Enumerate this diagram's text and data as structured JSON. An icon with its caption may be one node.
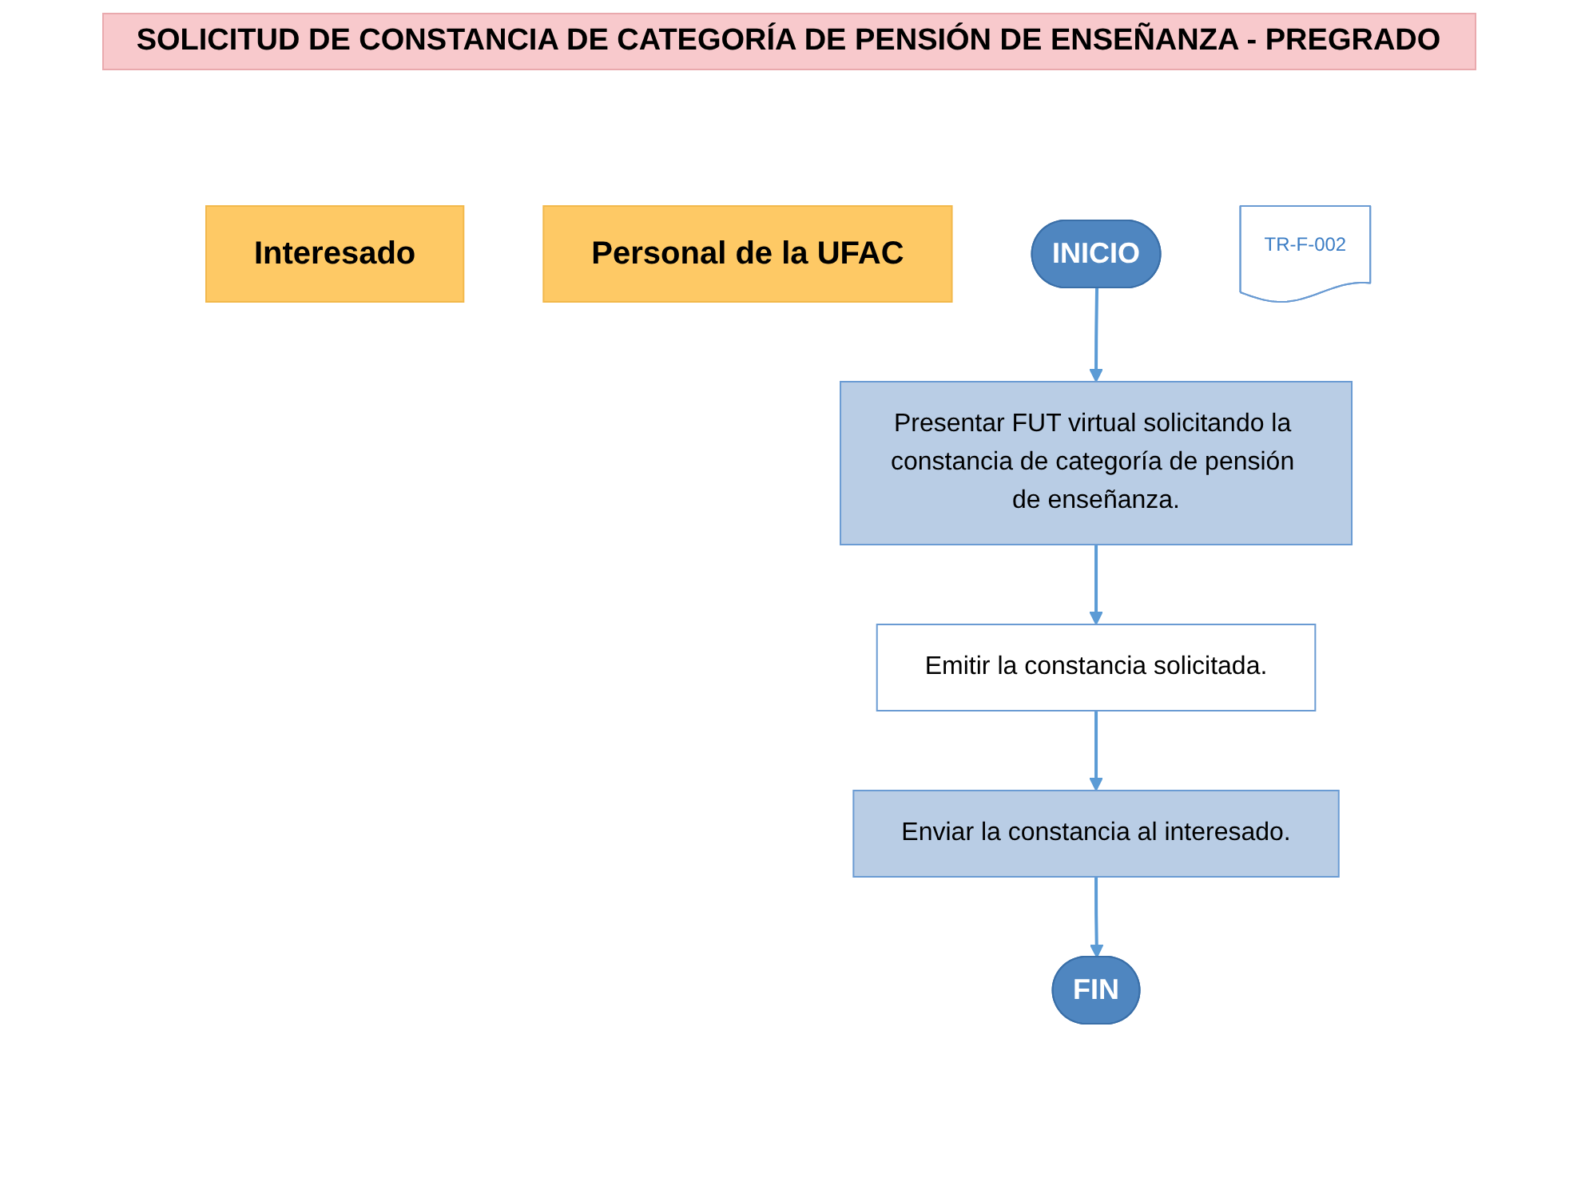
{
  "diagram": {
    "title": "SOLICITUD DE CONSTANCIA DE CATEGORÍA DE PENSIÓN DE ENSEÑANZA - PREGRADO",
    "nodes": [
      {
        "text": [
          "Interesado"
        ]
      },
      {
        "text": [
          "Personal de la UFAC"
        ]
      },
      {
        "text": [
          "INICIO"
        ]
      },
      {
        "text": [
          "TR-F-002"
        ]
      },
      {
        "text": [
          "Presentar FUT virtual solicitando la constancia de categoría de pensión de enseñanza."
        ]
      },
      {
        "text": [
          "Emitir la constancia solicitada."
        ]
      },
      {
        "text": [
          "Enviar la constancia al interesado."
        ]
      },
      {
        "text": [
          "FIN"
        ]
      }
    ],
    "edges": [
      {
        "from": 2,
        "to": 4,
        "arrow": "to"
      },
      {
        "from": 4,
        "to": 5,
        "arrow": "to"
      },
      {
        "from": 5,
        "to": 6,
        "arrow": "to"
      },
      {
        "from": 6,
        "to": 7,
        "arrow": "to"
      }
    ]
  }
}
